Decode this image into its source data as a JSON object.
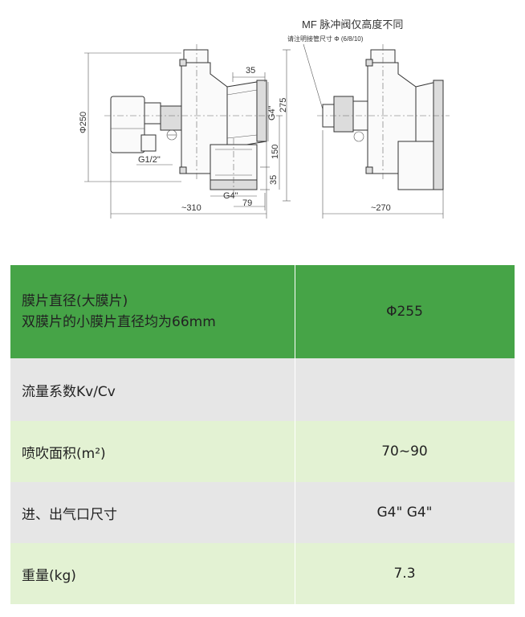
{
  "drawing": {
    "note_title": "MF 脉冲阀仅高度不同",
    "note_sub": "请注明接管尺寸 Φ (6/8/10)",
    "dims": {
      "d250": "Φ250",
      "d35_top": "35",
      "d275": "275",
      "g4_side": "G4\"",
      "d150": "150",
      "d35_side": "35",
      "g1_2": "G1/2\"",
      "g4_bottom": "G4\"",
      "d79": "79",
      "d310": "~310",
      "d270": "~270"
    }
  },
  "table": {
    "rows": [
      {
        "label_line1": "膜片直径(大膜片)",
        "label_line2": "双膜片的小膜片直径均为66mm",
        "value": "Φ255"
      },
      {
        "label": "流量系数Kv/Cv",
        "value": ""
      },
      {
        "label": "喷吹面积(m²)",
        "value": "70~90"
      },
      {
        "label": "进、出气口尺寸",
        "value": "G4\" G4\""
      },
      {
        "label": "重量(kg)",
        "value": "7.3"
      }
    ]
  },
  "colors": {
    "header_green": "#46a447",
    "row_gray": "#e6e6e6",
    "row_light_green": "#e3f2d3"
  }
}
